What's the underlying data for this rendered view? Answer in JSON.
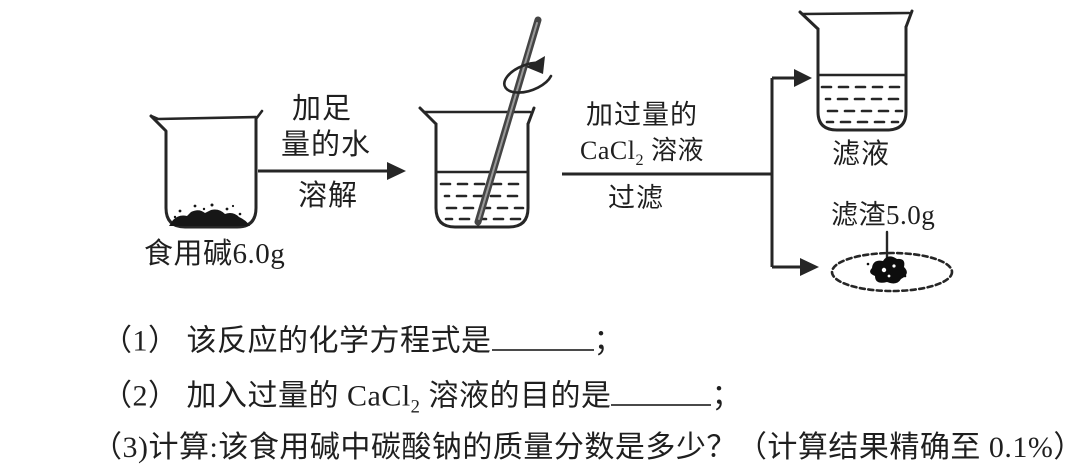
{
  "colors": {
    "ink": "#262626",
    "paper": "#ffffff",
    "rod_gray": "#454545"
  },
  "diagram": {
    "initial_beaker_label": "食用碱6.0g",
    "step1": {
      "top_line1": "加足",
      "top_line2": "量的水",
      "bottom": "溶解"
    },
    "step2": {
      "top": "加过量的",
      "formula_prefix": "CaCl",
      "formula_sub": "2",
      "formula_suffix": " 溶液",
      "bottom": "过滤"
    },
    "filtrate_label": "滤液",
    "residue_label": "滤渣5.0g"
  },
  "questions": {
    "q1": {
      "prefix": "（1） 该反应的化学方程式是",
      "punct": "；"
    },
    "q2": {
      "prefix": "（2） 加入过量的 CaCl",
      "sub": "2",
      "mid": " 溶液的目的是",
      "punct": "；"
    },
    "q3": {
      "text": "（3)计算:该食用碱中碳酸钠的质量分数是多少？（计算结果精确至 0.1%）"
    }
  }
}
